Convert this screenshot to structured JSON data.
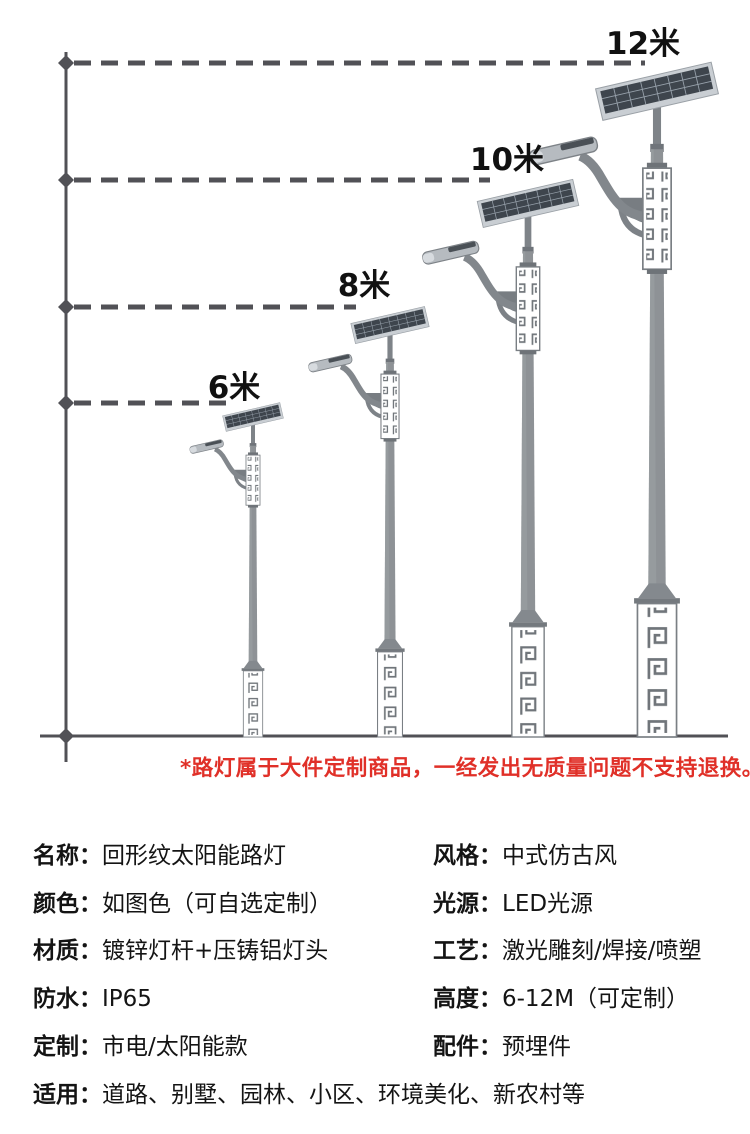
{
  "measurements": [
    {
      "label": "12米"
    },
    {
      "label": "10米"
    },
    {
      "label": "8米"
    },
    {
      "label": "6米"
    }
  ],
  "warning": "*路灯属于大件定制商品，一经发出无质量问题不支持退换。",
  "specs": {
    "rows": [
      {
        "left": {
          "label": "名称：",
          "value": "回形纹太阳能路灯"
        },
        "right": {
          "label": "风格：",
          "value": "中式仿古风"
        }
      },
      {
        "left": {
          "label": "颜色：",
          "value": "如图色（可自选定制）"
        },
        "right": {
          "label": "光源：",
          "value": "LED光源"
        }
      },
      {
        "left": {
          "label": "材质：",
          "value": "镀锌灯杆+压铸铝灯头"
        },
        "right": {
          "label": "工艺：",
          "value": "激光雕刻/焊接/喷塑"
        }
      },
      {
        "left": {
          "label": "防水：",
          "value": "IP65"
        },
        "right": {
          "label": "高度：",
          "value": "6-12M（可定制）"
        }
      },
      {
        "left": {
          "label": "定制：",
          "value": "市电/太阳能款"
        },
        "right": {
          "label": "配件：",
          "value": "预埋件"
        }
      },
      {
        "full": {
          "label": "适用：",
          "value": "道路、别墅、园林、小区、环境美化、新农村等"
        }
      }
    ]
  },
  "colors": {
    "accent_red": "#e03028",
    "axis_line": "#515156",
    "pole_gray": "#8e9296",
    "panel_dark": "#3e454d",
    "panel_frame": "#c9ced3"
  }
}
